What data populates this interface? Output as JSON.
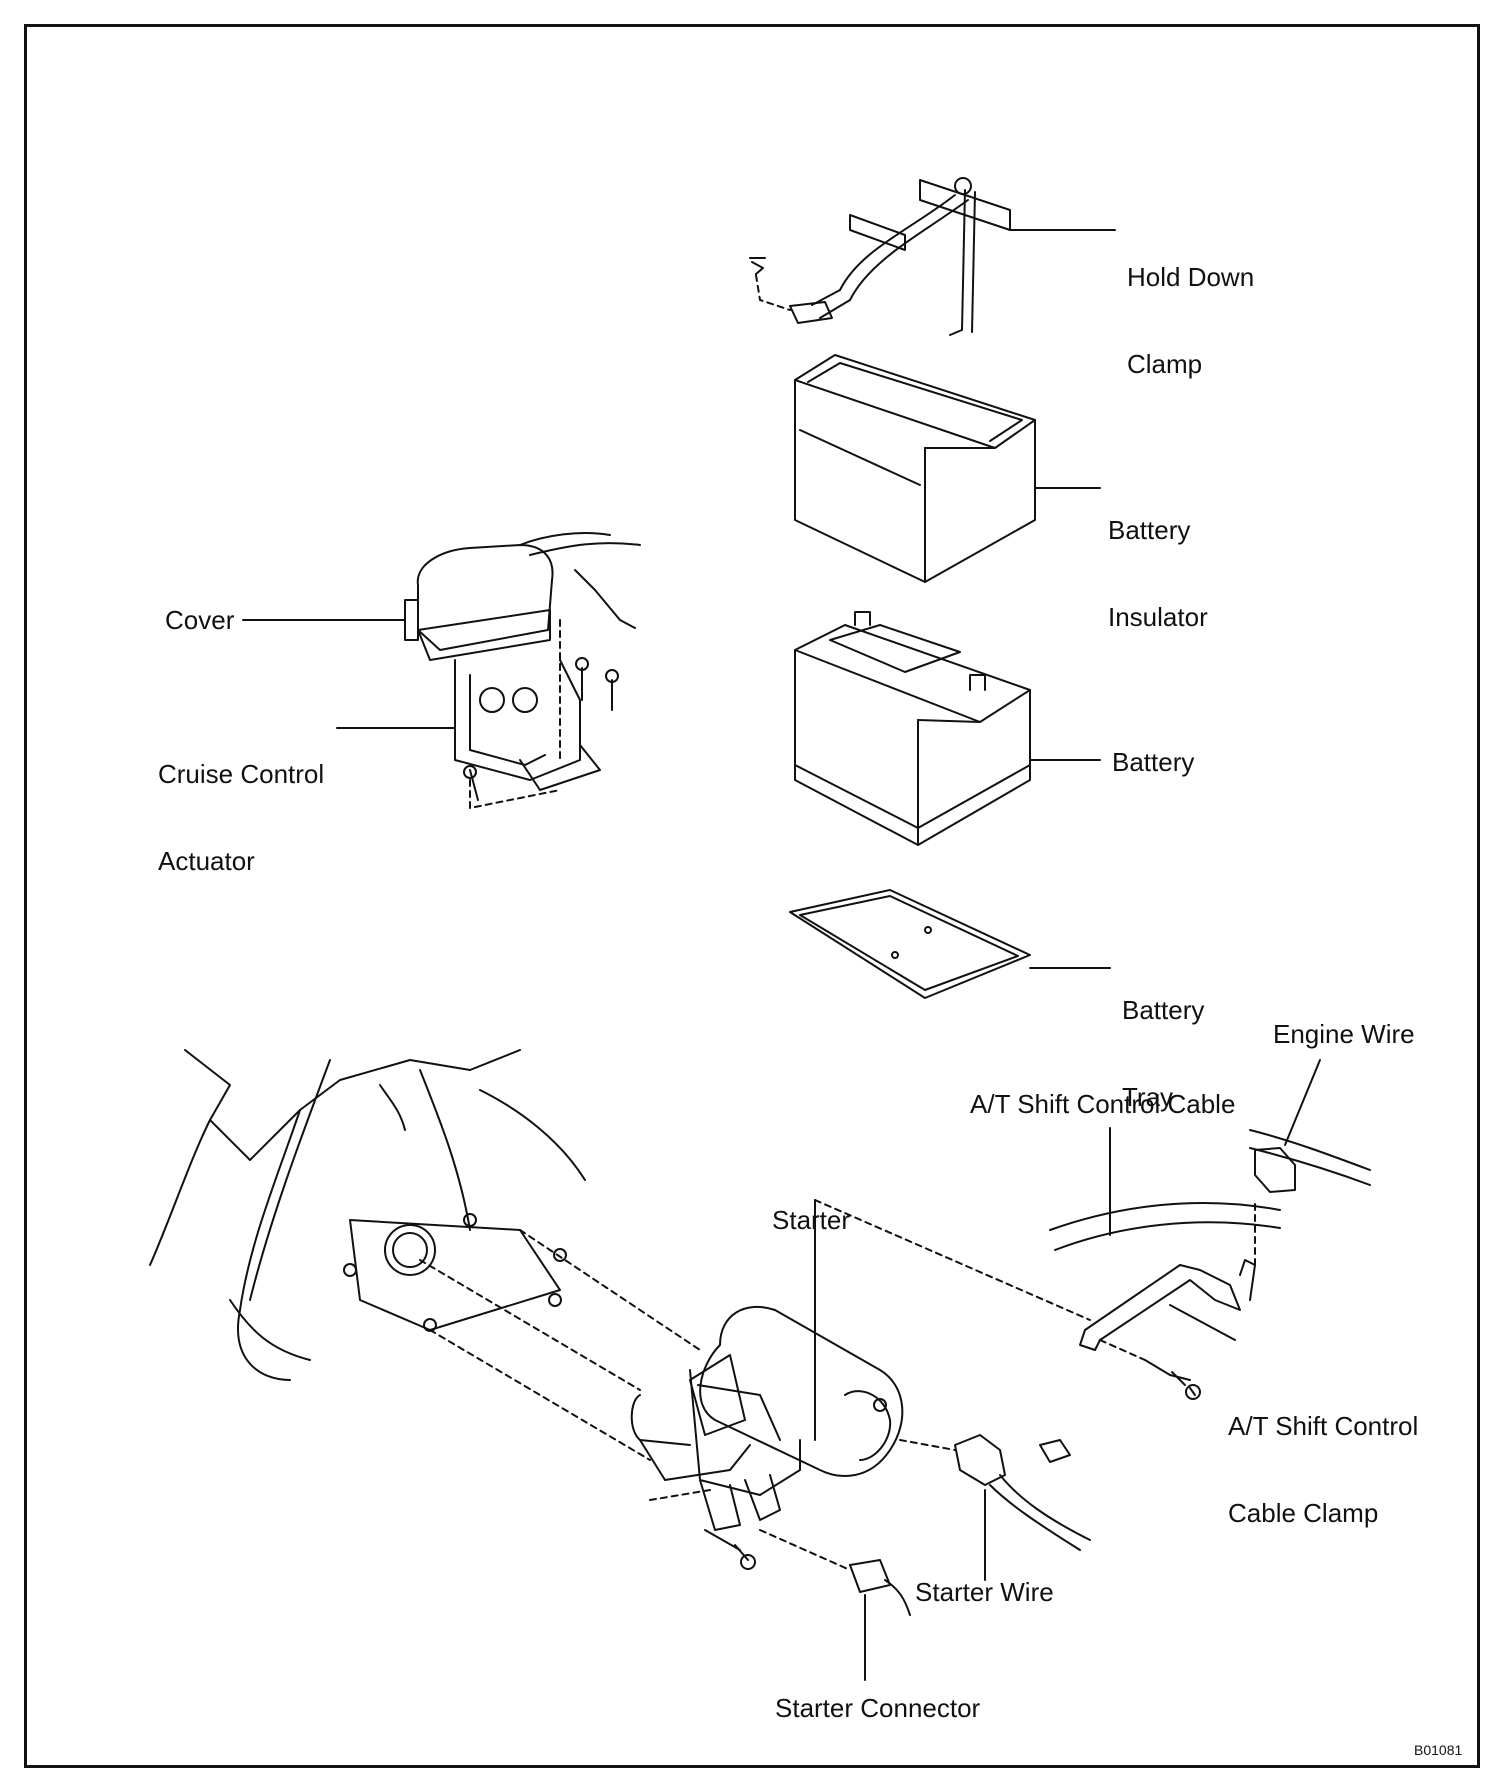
{
  "labels": {
    "hold_down_clamp": [
      "Hold Down",
      "Clamp"
    ],
    "battery_insulator": [
      "Battery",
      "Insulator"
    ],
    "cover": "Cover",
    "cruise_control_actuator": [
      "Cruise Control",
      "Actuator"
    ],
    "battery": "Battery",
    "battery_tray": [
      "Battery",
      "Tray"
    ],
    "engine_wire": "Engine Wire",
    "at_shift_control_cable": "A/T Shift Control Cable",
    "starter": "Starter",
    "at_shift_control_cable_clamp": [
      "A/T Shift Control",
      "Cable Clamp"
    ],
    "starter_wire": "Starter Wire",
    "starter_connector": "Starter Connector"
  },
  "figure_code": "B01081"
}
